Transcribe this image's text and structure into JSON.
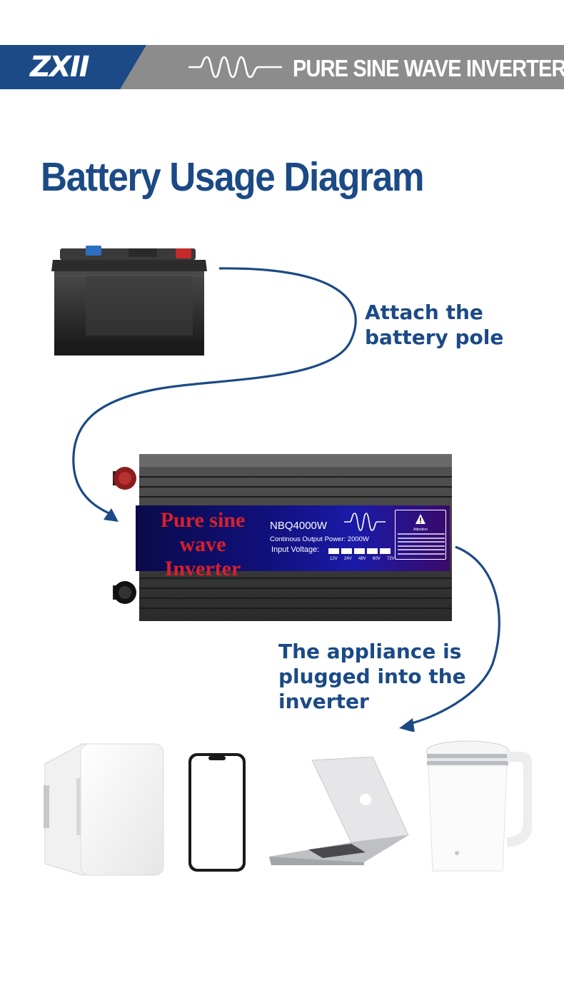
{
  "header": {
    "logo": "ZXII",
    "title": "PURE SINE WAVE INVERTER",
    "colors": {
      "brand_blue": "#1b4a86",
      "bar_gray": "#8c8c8c"
    }
  },
  "page_title": "Battery Usage Diagram",
  "steps": {
    "battery": {
      "lines": [
        "Attach the",
        "battery pole"
      ]
    },
    "appliance": {
      "lines": [
        "The appliance is",
        "plugged into the",
        "inverter"
      ]
    }
  },
  "inverter": {
    "brand_lines": [
      "Pure sine wave",
      "Inverter"
    ],
    "model": "NBQ4000W",
    "power": "Continous  Output Power: 2000W",
    "voltage_label": "Input  Voltage:",
    "voltage_options": [
      "12V",
      "24V",
      "48V",
      "60V",
      "72V"
    ],
    "attention_title": "Attention"
  },
  "appliances": [
    "mini-fridge",
    "smartphone",
    "laptop",
    "electric-kettle"
  ]
}
